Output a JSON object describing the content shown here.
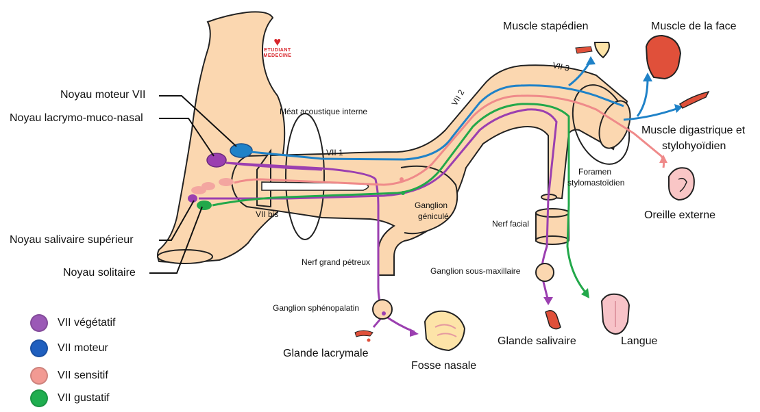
{
  "logo": {
    "line1": "ETUDIANT",
    "line2": "MEDECINE"
  },
  "labels": {
    "noyau_moteur": "Noyau moteur VII",
    "noyau_lacrymo": "Noyau lacrymo-muco-nasal",
    "noyau_salivaire": "Noyau salivaire supérieur",
    "noyau_solitaire": "Noyau solitaire",
    "meat": "Méat acoustique interne",
    "vii1": "VII 1",
    "viibis": "VII bis",
    "vii2": "VII 2",
    "vii3": "VII 3",
    "ganglion_genicule_1": "Ganglion",
    "ganglion_genicule_2": "géniculé",
    "nerf_grand_petreux": "Nerf grand pétreux",
    "ganglion_spheno": "Ganglion sphénopalatin",
    "glande_lacrymale": "Glande lacrymale",
    "fosse_nasale": "Fosse nasale",
    "muscle_stapedien": "Muscle stapédien",
    "muscle_face": "Muscle de la face",
    "muscle_digastrique_1": "Muscle digastrique et",
    "muscle_digastrique_2": "stylohyoïdien",
    "foramen_1": "Foramen",
    "foramen_2": "stylomastoïdien",
    "oreille_externe": "Oreille externe",
    "nerf_facial": "Nerf facial",
    "ganglion_sous_max": "Ganglion sous-maxillaire",
    "glande_salivaire": "Glande salivaire",
    "langue": "Langue"
  },
  "legend": [
    {
      "label": "VII végétatif",
      "color": "#9b59b6"
    },
    {
      "label": "VII moteur",
      "color": "#1f5fbf"
    },
    {
      "label": "VII sensitif",
      "color": "#f29a93"
    },
    {
      "label": "VII gustatif",
      "color": "#1fae4f"
    }
  ],
  "colors": {
    "nerve_fill": "#fbd7b0",
    "outline": "#222222",
    "vegetatif": "#9b3fb0",
    "moteur": "#1f82c8",
    "sensitif": "#ef8a8a",
    "gustatif": "#22a84a",
    "organ_red": "#e0503a"
  }
}
